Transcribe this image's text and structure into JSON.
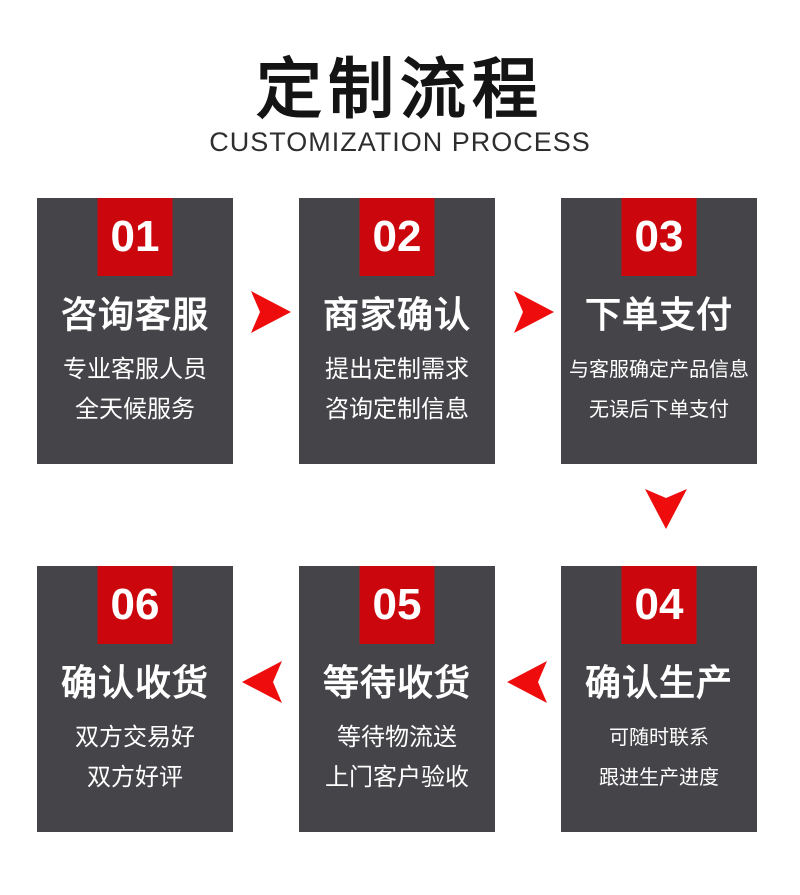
{
  "page": {
    "title": "定制流程",
    "subtitle": "CUSTOMIZATION PROCESS"
  },
  "colors": {
    "card_bg": "#454549",
    "badge_red": "#cb060d",
    "arrow_red": "#ee0c0c",
    "title_color": "#141414",
    "subtitle_color": "#2e2e2e",
    "text_white": "#ffffff"
  },
  "steps": [
    {
      "number": "01",
      "title": "咨询客服",
      "lines": [
        "专业客服人员",
        "全天候服务"
      ]
    },
    {
      "number": "02",
      "title": "商家确认",
      "lines": [
        "提出定制需求",
        "咨询定制信息"
      ]
    },
    {
      "number": "03",
      "title": "下单支付",
      "lines": [
        "与客服确定产品信息",
        "无误后下单支付"
      ]
    },
    {
      "number": "04",
      "title": "确认生产",
      "lines": [
        "可随时联系",
        "跟进生产进度"
      ]
    },
    {
      "number": "05",
      "title": "等待收货",
      "lines": [
        "等待物流送",
        "上门客户验收"
      ]
    },
    {
      "number": "06",
      "title": "确认收货",
      "lines": [
        "双方交易好",
        "双方好评"
      ]
    }
  ],
  "flow": {
    "row1_order": [
      "01",
      "02",
      "03"
    ],
    "row2_order": [
      "06",
      "05",
      "04"
    ],
    "arrow_icons": [
      "arrow-right",
      "arrow-right",
      "arrow-down",
      "arrow-left",
      "arrow-left"
    ]
  }
}
